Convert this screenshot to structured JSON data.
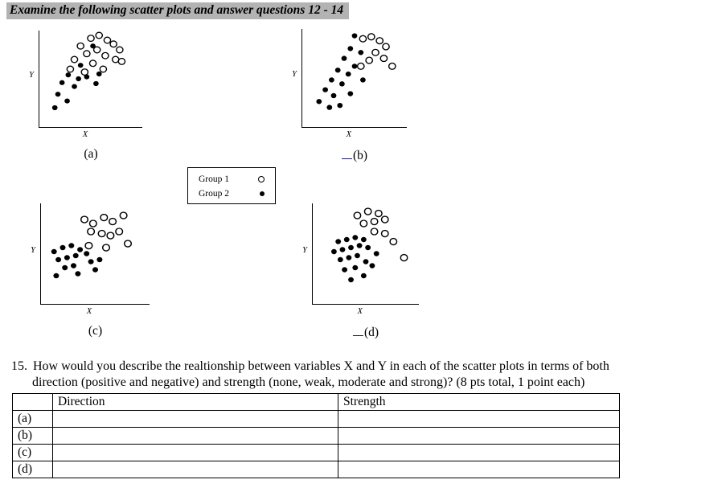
{
  "title": "Examine the following scatter plots and answer questions 12 - 14",
  "legend": {
    "items": [
      {
        "label": "Group 1",
        "marker": "open"
      },
      {
        "label": "Group 2",
        "marker": "filled"
      }
    ]
  },
  "question": {
    "number": "15.",
    "line1": "How would you describe the realtionship between variables X and Y in each of the scatter plots in terms of both",
    "line2": "direction (positive and negative) and strength (none, weak, moderate and strong)? (8 pts total, 1 point each)"
  },
  "table": {
    "headers": [
      "",
      "Direction",
      "Strength"
    ],
    "rows": [
      {
        "label": "(a)",
        "direction": "",
        "strength": ""
      },
      {
        "label": "(b)",
        "direction": "",
        "strength": ""
      },
      {
        "label": "(c)",
        "direction": "",
        "strength": ""
      },
      {
        "label": "(d)",
        "direction": "",
        "strength": ""
      }
    ]
  },
  "chart_data": [
    {
      "type": "scatter",
      "label": "(a)",
      "xlabel": "X",
      "ylabel": "Y",
      "xlim": [
        0,
        100
      ],
      "ylim": [
        0,
        100
      ],
      "legend_position": "center-of-page",
      "grid": false,
      "series": [
        {
          "name": "Group 1",
          "marker": "open",
          "points": [
            [
              40,
              84
            ],
            [
              50,
              92
            ],
            [
              58,
              95
            ],
            [
              66,
              90
            ],
            [
              72,
              86
            ],
            [
              78,
              80
            ],
            [
              56,
              80
            ],
            [
              46,
              76
            ],
            [
              64,
              74
            ],
            [
              74,
              70
            ],
            [
              34,
              70
            ],
            [
              52,
              66
            ],
            [
              62,
              60
            ],
            [
              80,
              68
            ],
            [
              30,
              60
            ],
            [
              44,
              57
            ]
          ]
        },
        {
          "name": "Group 2",
          "marker": "filled",
          "points": [
            [
              52,
              84
            ],
            [
              40,
              64
            ],
            [
              28,
              54
            ],
            [
              46,
              52
            ],
            [
              58,
              55
            ],
            [
              22,
              46
            ],
            [
              34,
              42
            ],
            [
              18,
              34
            ],
            [
              27,
              27
            ],
            [
              38,
              50
            ],
            [
              55,
              45
            ],
            [
              15,
              20
            ]
          ]
        }
      ]
    },
    {
      "type": "scatter",
      "label": "(b)",
      "xlabel": "X",
      "ylabel": "Y",
      "xlim": [
        0,
        100
      ],
      "ylim": [
        0,
        100
      ],
      "grid": false,
      "series": [
        {
          "name": "Group 1",
          "marker": "open",
          "points": [
            [
              58,
              90
            ],
            [
              66,
              92
            ],
            [
              74,
              88
            ],
            [
              80,
              82
            ],
            [
              70,
              76
            ],
            [
              78,
              70
            ],
            [
              64,
              68
            ],
            [
              86,
              62
            ],
            [
              56,
              62
            ]
          ]
        },
        {
          "name": "Group 2",
          "marker": "filled",
          "points": [
            [
              50,
              93
            ],
            [
              46,
              80
            ],
            [
              56,
              76
            ],
            [
              40,
              70
            ],
            [
              50,
              62
            ],
            [
              34,
              58
            ],
            [
              44,
              54
            ],
            [
              28,
              48
            ],
            [
              38,
              44
            ],
            [
              22,
              38
            ],
            [
              30,
              32
            ],
            [
              46,
              34
            ],
            [
              16,
              26
            ],
            [
              26,
              20
            ],
            [
              36,
              22
            ],
            [
              58,
              48
            ]
          ]
        }
      ]
    },
    {
      "type": "scatter",
      "label": "(c)",
      "xlabel": "X",
      "ylabel": "Y",
      "xlim": [
        0,
        100
      ],
      "ylim": [
        0,
        100
      ],
      "grid": false,
      "series": [
        {
          "name": "Group 1",
          "marker": "open",
          "points": [
            [
              40,
              84
            ],
            [
              48,
              80
            ],
            [
              58,
              86
            ],
            [
              66,
              82
            ],
            [
              76,
              88
            ],
            [
              46,
              72
            ],
            [
              56,
              70
            ],
            [
              64,
              68
            ],
            [
              72,
              72
            ],
            [
              44,
              58
            ],
            [
              60,
              56
            ],
            [
              80,
              60
            ]
          ]
        },
        {
          "name": "Group 2",
          "marker": "filled",
          "points": [
            [
              12,
              52
            ],
            [
              20,
              56
            ],
            [
              28,
              58
            ],
            [
              36,
              54
            ],
            [
              16,
              44
            ],
            [
              24,
              46
            ],
            [
              32,
              48
            ],
            [
              42,
              50
            ],
            [
              22,
              36
            ],
            [
              30,
              38
            ],
            [
              46,
              42
            ],
            [
              14,
              28
            ],
            [
              34,
              30
            ],
            [
              50,
              34
            ],
            [
              54,
              44
            ]
          ]
        }
      ]
    },
    {
      "type": "scatter",
      "label": "(d)",
      "xlabel": "X",
      "ylabel": "Y",
      "xlim": [
        0,
        100
      ],
      "ylim": [
        0,
        100
      ],
      "grid": false,
      "series": [
        {
          "name": "Group 1",
          "marker": "open",
          "points": [
            [
              42,
              88
            ],
            [
              52,
              92
            ],
            [
              62,
              90
            ],
            [
              48,
              80
            ],
            [
              58,
              82
            ],
            [
              68,
              84
            ],
            [
              58,
              72
            ],
            [
              68,
              70
            ],
            [
              76,
              62
            ],
            [
              86,
              46
            ]
          ]
        },
        {
          "name": "Group 2",
          "marker": "filled",
          "points": [
            [
              24,
              62
            ],
            [
              32,
              64
            ],
            [
              40,
              66
            ],
            [
              48,
              64
            ],
            [
              20,
              52
            ],
            [
              28,
              54
            ],
            [
              36,
              56
            ],
            [
              44,
              58
            ],
            [
              52,
              56
            ],
            [
              26,
              44
            ],
            [
              34,
              46
            ],
            [
              42,
              48
            ],
            [
              50,
              42
            ],
            [
              30,
              34
            ],
            [
              40,
              36
            ],
            [
              48,
              28
            ],
            [
              56,
              38
            ],
            [
              60,
              50
            ],
            [
              36,
              24
            ]
          ]
        }
      ]
    }
  ]
}
